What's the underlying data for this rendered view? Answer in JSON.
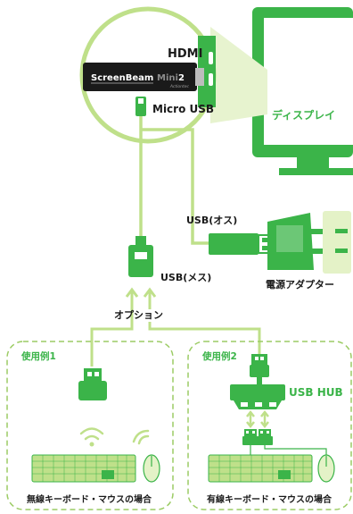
{
  "labels": {
    "hdmi": "HDMI",
    "micro_usb": "Micro USB",
    "display": "ディスプレイ",
    "usb_male": "USB(オス)",
    "usb_female": "USB(メス)",
    "power_adapter": "電源アダプター",
    "option": "オプション",
    "example1": "使用例1",
    "example2": "使用例2",
    "usb_hub": "USB HUB",
    "wireless_caption": "無線キーボード・マウスの場合",
    "wired_caption": "有線キーボード・マウスの場合"
  },
  "device": {
    "brand": "ScreenBeam",
    "model": "Mini",
    "version": "2",
    "tagline": "Actiontec"
  },
  "colors": {
    "green": "#3bb449",
    "light_green": "#bfe08a",
    "dark": "#1a1a1a",
    "dashed": "#9ccc65"
  },
  "icons": [
    "wifi-icon",
    "mouse-icon",
    "keyboard-icon",
    "plug-icon",
    "usb-hub-icon"
  ]
}
